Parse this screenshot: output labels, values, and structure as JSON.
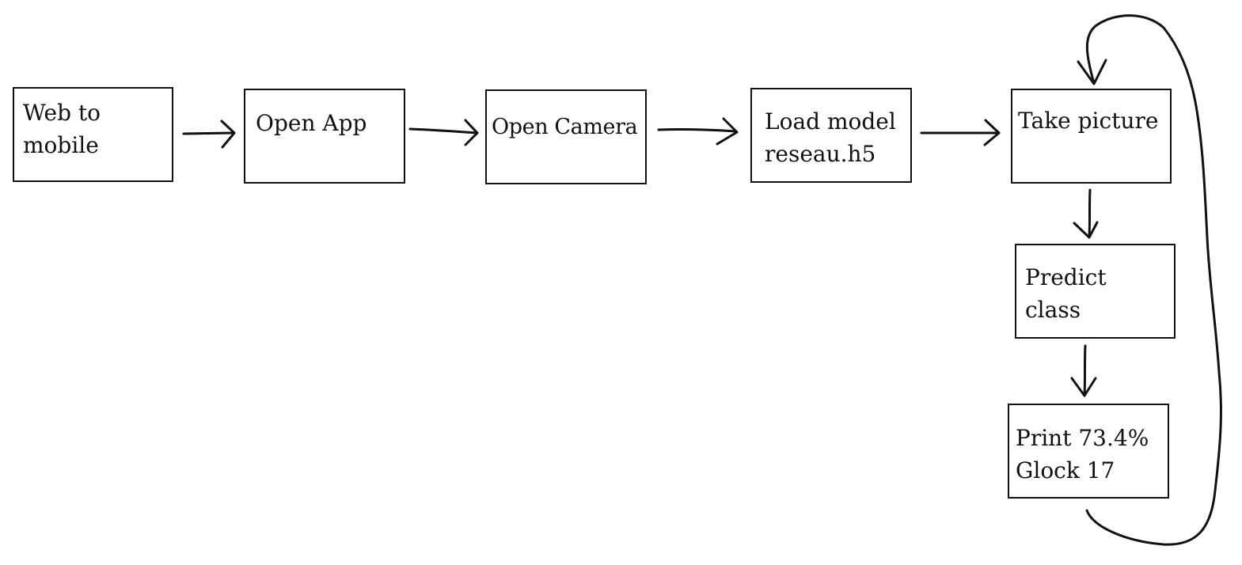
{
  "diagram": {
    "nodes": [
      {
        "id": "web-to-mobile",
        "lines": [
          "Web to",
          "mobile"
        ]
      },
      {
        "id": "open-app",
        "lines": [
          "Open App"
        ]
      },
      {
        "id": "open-camera",
        "lines": [
          "Open Camera"
        ]
      },
      {
        "id": "load-model",
        "lines": [
          "Load model",
          "reseau.h5"
        ]
      },
      {
        "id": "take-picture",
        "lines": [
          "Take picture"
        ]
      },
      {
        "id": "predict-class",
        "lines": [
          "Predict",
          "class"
        ]
      },
      {
        "id": "print-result",
        "lines": [
          "Print 73.4%",
          "Glock 17"
        ]
      }
    ],
    "edges": [
      {
        "from": "web-to-mobile",
        "to": "open-app"
      },
      {
        "from": "open-app",
        "to": "open-camera"
      },
      {
        "from": "open-camera",
        "to": "load-model"
      },
      {
        "from": "load-model",
        "to": "take-picture"
      },
      {
        "from": "take-picture",
        "to": "predict-class"
      },
      {
        "from": "predict-class",
        "to": "print-result"
      },
      {
        "from": "print-result",
        "to": "take-picture"
      }
    ],
    "colors": {
      "stroke": "#111111",
      "background": "#ffffff"
    }
  }
}
